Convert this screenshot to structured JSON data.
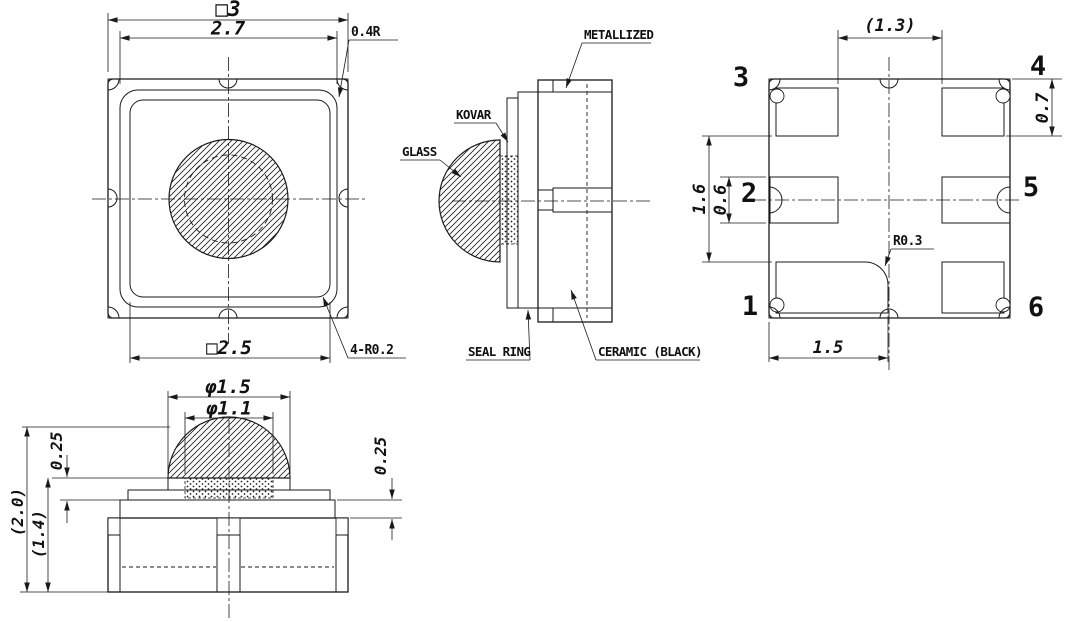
{
  "drawing_title": "optical package outline drawing",
  "colors": {
    "line": "#1a1a1a",
    "background": "#ffffff"
  },
  "views": {
    "top_view": {
      "dim_outer_square": "□3",
      "dim_rim_width": "2.7",
      "dim_outer_corner_radius": "0.4R",
      "dim_inner_square": "□2.5",
      "dim_inner_corner_radius": "4-R0.2"
    },
    "section_view": {
      "label_metallized": "METALLIZED",
      "label_kovar": "KOVAR",
      "label_glass": "GLASS",
      "label_seal_ring": "SEAL RING",
      "label_ceramic": "CERAMIC (BLACK)"
    },
    "bottom_view": {
      "dim_pad_pitch": "(1.3)",
      "dim_top_pad_height": "0.7",
      "dim_row_span": "1.6",
      "dim_mid_pad_height": "0.6",
      "dim_pad_corner_radius": "R0.3",
      "dim_pad1_width": "1.5",
      "pin1": "1",
      "pin2": "2",
      "pin3": "3",
      "pin4": "4",
      "pin5": "5",
      "pin6": "6"
    },
    "side_view": {
      "dim_lens_diameter": "φ1.5",
      "dim_lens_base_diameter": "φ1.1",
      "dim_lens_holder_height": "0.25",
      "dim_seal_thickness": "0.25",
      "dim_total_height": "(2.0)",
      "dim_body_height": "(1.4)"
    }
  }
}
